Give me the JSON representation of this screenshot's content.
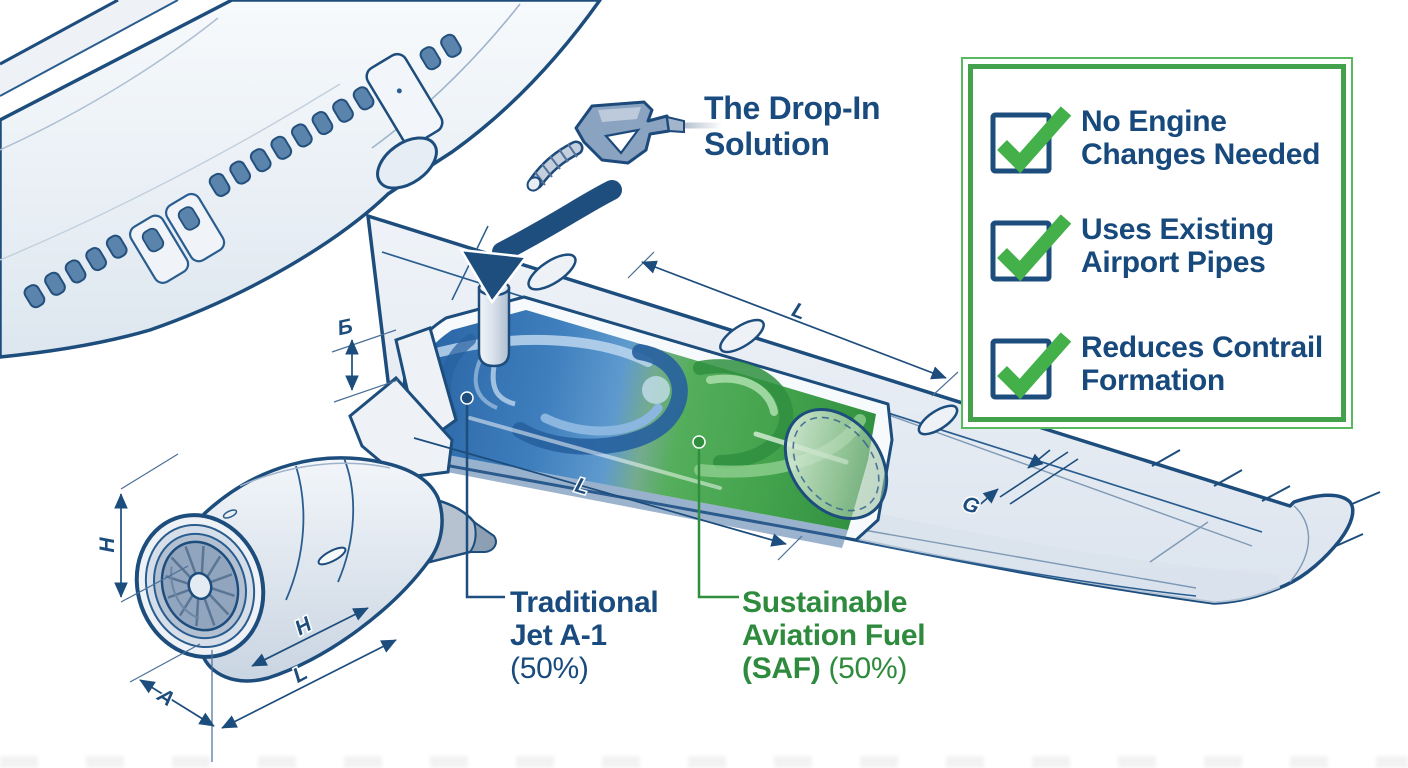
{
  "title": {
    "line1": "The Drop-In",
    "line2": "Solution"
  },
  "checklist": {
    "items": [
      {
        "line1": "No Engine",
        "line2": "Changes Needed"
      },
      {
        "line1": "Uses Existing",
        "line2": "Airport Pipes"
      },
      {
        "line1": "Reduces Contrail",
        "line2": "Formation"
      }
    ]
  },
  "fuel_labels": {
    "traditional": {
      "line1": "Traditional",
      "line2": "Jet A-1",
      "line3": "(50%)"
    },
    "saf": {
      "line1": "Sustainable",
      "line2": "Aviation Fuel",
      "line3_bold": "(SAF)",
      "line3_regular": "(50%)"
    }
  },
  "dimensions": {
    "engine_height": "H",
    "engine_height_diag": "H",
    "engine_length": "L",
    "engine_width": "A",
    "tank_root_thickness": "Б",
    "wing_span_upper": "L",
    "tank_length": "L",
    "flap_gap": "G"
  },
  "colors": {
    "outline_navy": "#1d4d7c",
    "text_blue": "#17497c",
    "text_green": "#2e8b3d",
    "check_green": "#43b04a",
    "box_border_green": "#4caf50",
    "fuel_blue": "#3f7fbe",
    "fuel_green": "#3f9f4f"
  }
}
